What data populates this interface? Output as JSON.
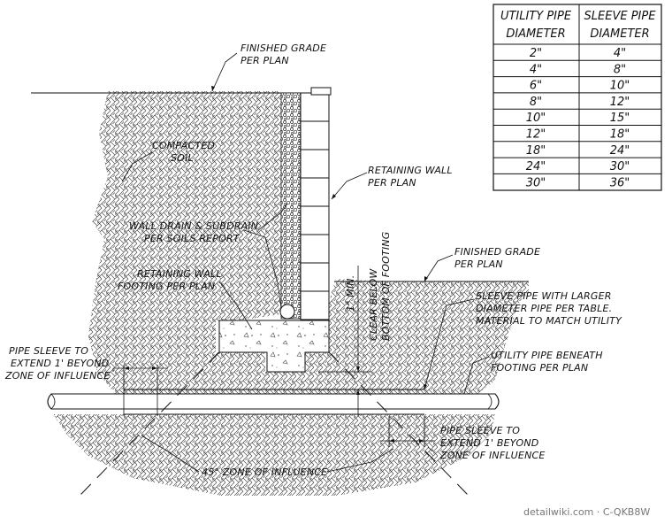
{
  "labels": {
    "finished_grade_top": [
      "FINISHED GRADE",
      "PER PLAN"
    ],
    "compacted_soil": [
      "COMPACTED",
      "SOIL"
    ],
    "retaining_wall": [
      "RETAINING WALL",
      "PER PLAN"
    ],
    "wall_drain": [
      "WALL DRAIN & SUBDRAIN",
      "PER SOILS REPORT"
    ],
    "finished_grade_right": [
      "FINISHED GRADE",
      "PER PLAN"
    ],
    "footing": [
      "RETAINING WALL",
      "FOOTING PER PLAN"
    ],
    "clear_below_1": "1\" MIN.",
    "clear_below_2": "CLEAR BELOW",
    "clear_below_3": "BOTTOM OF FOOTING",
    "sleeve_pipe": [
      "SLEEVE PIPE WITH LARGER",
      "DIAMETER PIPE PER TABLE.",
      "MATERIAL TO MATCH UTILITY"
    ],
    "pipe_sleeve_left": [
      "PIPE SLEEVE TO",
      "EXTEND 1' BEYOND",
      "ZONE OF INFLUENCE"
    ],
    "utility_pipe": [
      "UTILITY PIPE BENEATH",
      "FOOTING PER PLAN"
    ],
    "pipe_sleeve_right": [
      "PIPE SLEEVE TO",
      "EXTEND 1' BEYOND",
      "ZONE OF INFLUENCE"
    ],
    "zone_of_influence": "45° ZONE OF INFLUENCE"
  },
  "table": {
    "headers": [
      [
        "UTILITY PIPE",
        "DIAMETER"
      ],
      [
        "SLEEVE PIPE",
        "DIAMETER"
      ]
    ],
    "rows": [
      [
        "2\"",
        "4\""
      ],
      [
        "4\"",
        "8\""
      ],
      [
        "6\"",
        "10\""
      ],
      [
        "8\"",
        "12\""
      ],
      [
        "10\"",
        "15\""
      ],
      [
        "12\"",
        "18\""
      ],
      [
        "18\"",
        "24\""
      ],
      [
        "24\"",
        "30\""
      ],
      [
        "30\"",
        "36\""
      ]
    ]
  },
  "watermark": "detailwiki.com · C-QKB8W",
  "colors": {
    "line": "#111111",
    "background": "#ffffff",
    "watermark": "#777777"
  }
}
